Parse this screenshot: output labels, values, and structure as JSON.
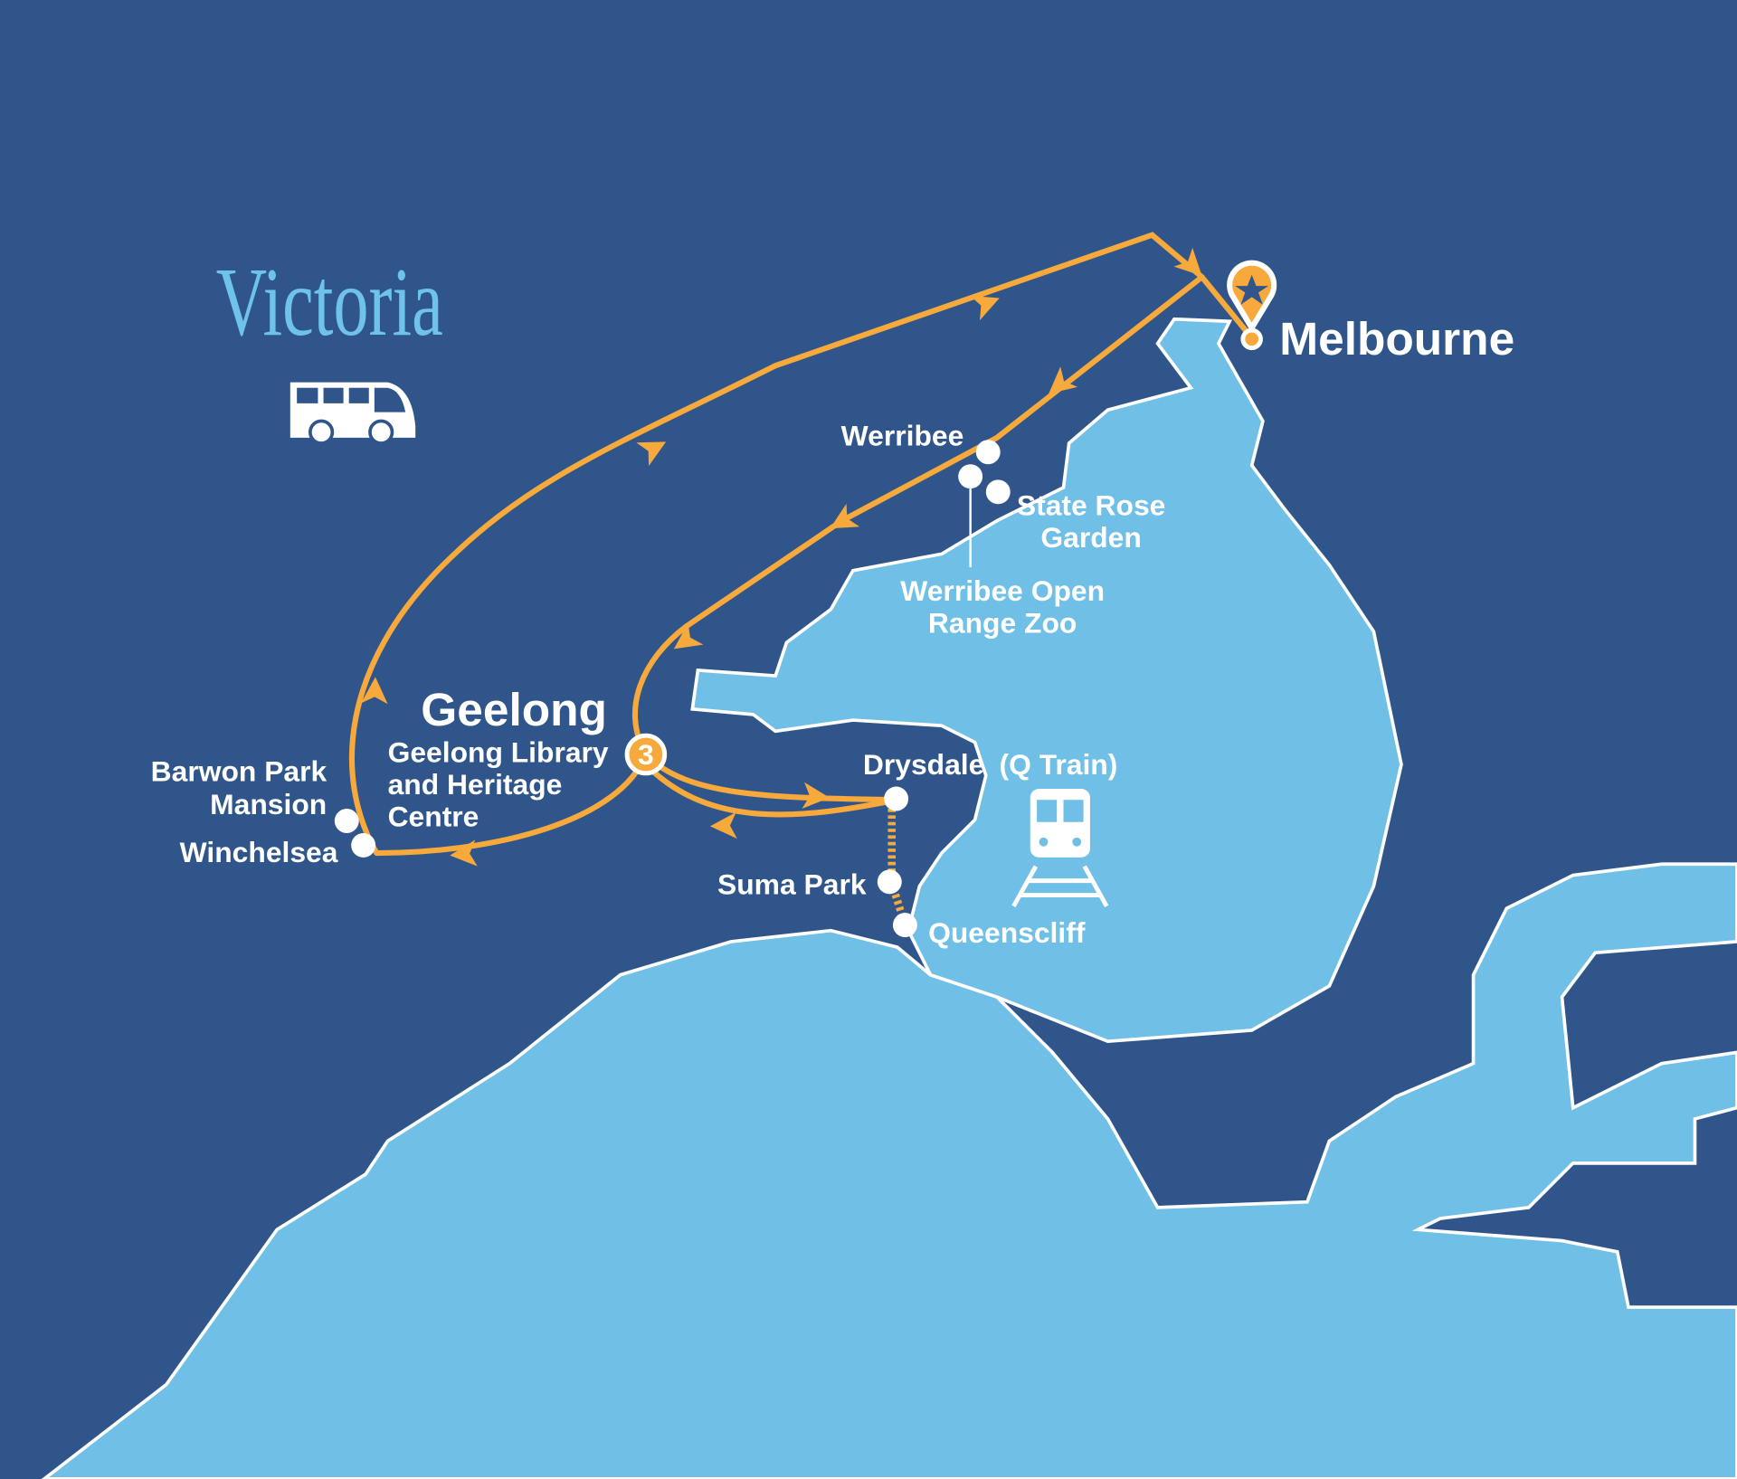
{
  "colors": {
    "land": "#30558a",
    "water": "#6fbfe6",
    "route": "#f7a93b",
    "label": "#ffffff",
    "title": "#6fc3ea"
  },
  "title": "Victoria",
  "transport_icons": [
    "bus-icon",
    "train-icon"
  ],
  "cities": {
    "melbourne": "Melbourne",
    "geelong": "Geelong"
  },
  "geelong_stop_number": "3",
  "stops": {
    "geelong_library": [
      "Geelong Library",
      "and Heritage",
      "Centre"
    ],
    "barwon": [
      "Barwon Park",
      "Mansion"
    ],
    "winchelsea": "Winchelsea",
    "werribee": "Werribee",
    "state_rose": [
      "State Rose",
      "Garden"
    ],
    "zoo": [
      "Werribee Open",
      "Range Zoo"
    ],
    "drysdale": "Drysdale",
    "qtrain": "(Q Train)",
    "suma": "Suma Park",
    "queenscliff": "Queenscliff"
  }
}
